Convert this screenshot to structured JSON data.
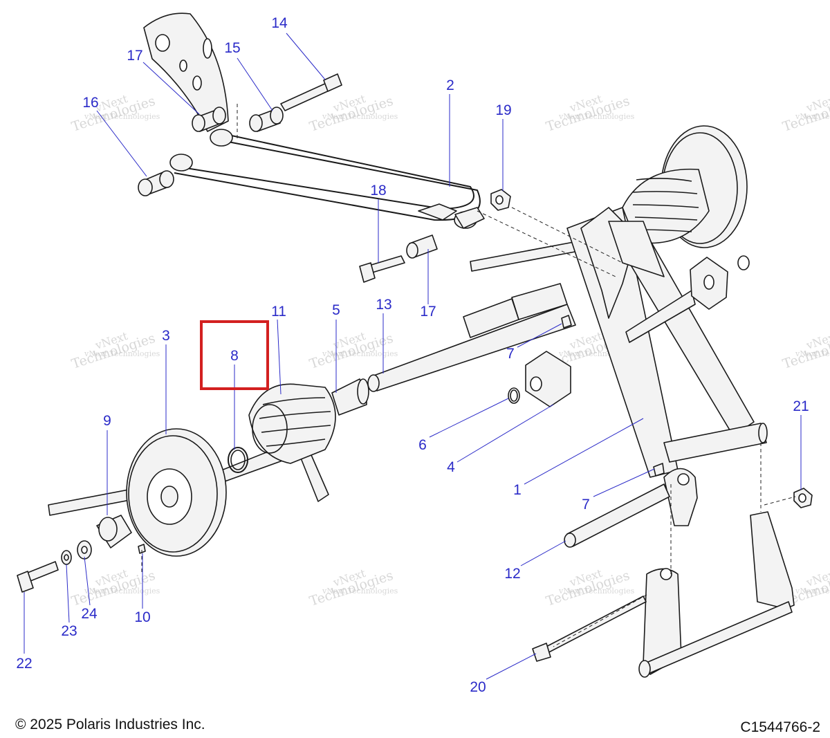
{
  "colors": {
    "callout": "#2a2ac8",
    "leader": "#2a2ac8",
    "line": "#1a1a1a",
    "part_fill": "#f3f3f3",
    "highlight": "#d32020",
    "watermark": "#b8b8b8"
  },
  "callouts": [
    {
      "id": "14",
      "label": "14"
    },
    {
      "id": "15",
      "label": "15"
    },
    {
      "id": "17a",
      "label": "17"
    },
    {
      "id": "16",
      "label": "16"
    },
    {
      "id": "2",
      "label": "2"
    },
    {
      "id": "19",
      "label": "19"
    },
    {
      "id": "18",
      "label": "18"
    },
    {
      "id": "17b",
      "label": "17"
    },
    {
      "id": "11",
      "label": "11"
    },
    {
      "id": "5",
      "label": "5"
    },
    {
      "id": "13",
      "label": "13"
    },
    {
      "id": "3",
      "label": "3"
    },
    {
      "id": "8",
      "label": "8"
    },
    {
      "id": "7a",
      "label": "7"
    },
    {
      "id": "9",
      "label": "9"
    },
    {
      "id": "6",
      "label": "6"
    },
    {
      "id": "4",
      "label": "4"
    },
    {
      "id": "21",
      "label": "21"
    },
    {
      "id": "1",
      "label": "1"
    },
    {
      "id": "7b",
      "label": "7"
    },
    {
      "id": "12",
      "label": "12"
    },
    {
      "id": "10",
      "label": "10"
    },
    {
      "id": "24",
      "label": "24"
    },
    {
      "id": "23",
      "label": "23"
    },
    {
      "id": "22",
      "label": "22"
    },
    {
      "id": "20",
      "label": "20"
    }
  ],
  "highlighted_callout": "8",
  "watermark": {
    "line1": "vNext Technologies",
    "line2": "vNext",
    "line3": "Technologies"
  },
  "footer": {
    "copyright": "© 2025 Polaris Industries Inc.",
    "diagram_id": "C1544766-2"
  }
}
